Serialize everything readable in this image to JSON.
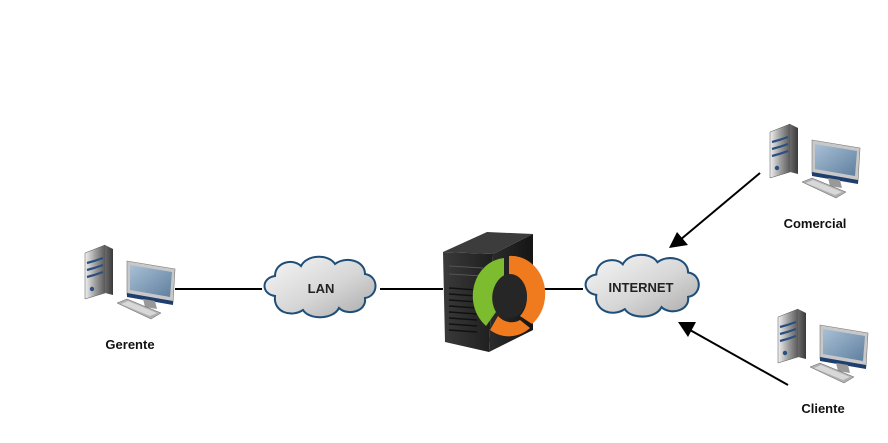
{
  "diagram": {
    "type": "network-topology",
    "nodes": {
      "gerente": {
        "label": "Gerente",
        "kind": "workstation",
        "icon": "desktop-computer-icon"
      },
      "lan": {
        "label": "LAN",
        "kind": "cloud",
        "icon": "cloud-icon"
      },
      "server": {
        "label": "",
        "kind": "server",
        "icon": "server-tower-icon"
      },
      "internet": {
        "label": "INTERNET",
        "kind": "cloud",
        "icon": "cloud-icon"
      },
      "comercial": {
        "label": "Comercial",
        "kind": "workstation",
        "icon": "desktop-computer-icon"
      },
      "cliente": {
        "label": "Cliente",
        "kind": "workstation",
        "icon": "desktop-computer-icon"
      }
    },
    "edges": [
      {
        "from": "gerente",
        "to": "lan",
        "style": "line"
      },
      {
        "from": "lan",
        "to": "server",
        "style": "line"
      },
      {
        "from": "server",
        "to": "internet",
        "style": "line"
      },
      {
        "from": "comercial",
        "to": "internet",
        "style": "arrow"
      },
      {
        "from": "cliente",
        "to": "internet",
        "style": "arrow"
      }
    ],
    "colors": {
      "cloud_stroke": "#1f4e79",
      "cloud_fill_light": "#f4f4f4",
      "cloud_fill_dark": "#b8b8b8",
      "server_body": "#2a2a2a",
      "server_orange": "#f07a1e",
      "server_green": "#7dbb2f",
      "monitor_screen": "#7f9cb8",
      "monitor_frame": "#1e3f6e",
      "edge": "#000000"
    }
  }
}
